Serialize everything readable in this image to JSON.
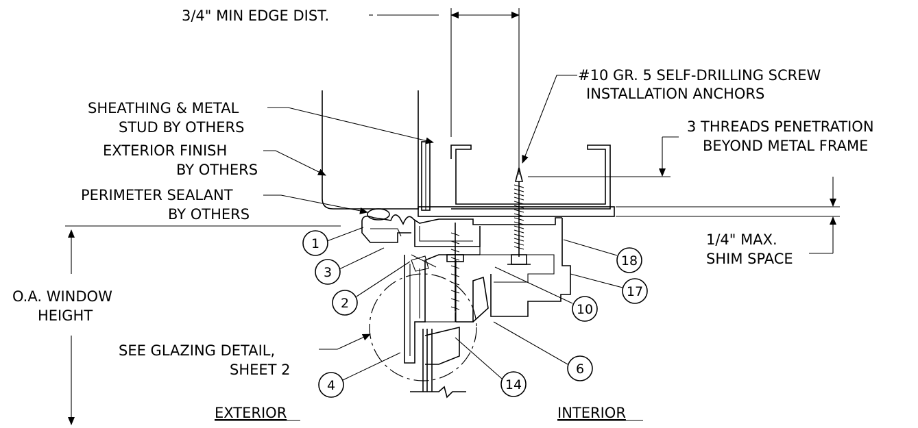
{
  "labels": {
    "edge_dist": "3/4\" MIN EDGE DIST.",
    "screw_1": "#10 GR. 5 SELF-DRILLING SCREW",
    "screw_2": "INSTALLATION ANCHORS",
    "sheathing_1": "SHEATHING & METAL",
    "sheathing_2": "STUD BY OTHERS",
    "threads_1": "3 THREADS PENETRATION",
    "threads_2": "BEYOND METAL FRAME",
    "finish_1": "EXTERIOR FINISH",
    "finish_2": "BY OTHERS",
    "sealant_1": "PERIMETER SEALANT",
    "sealant_2": "BY OTHERS",
    "shim_1": "1/4\" MAX.",
    "shim_2": "SHIM SPACE",
    "window_h_1": "O.A. WINDOW",
    "window_h_2": "HEIGHT",
    "glazing_1": "SEE GLAZING DETAIL,",
    "glazing_2": "SHEET 2",
    "exterior": "EXTERIOR",
    "interior": "INTERIOR"
  },
  "callouts": [
    "1",
    "3",
    "2",
    "4",
    "14",
    "6",
    "10",
    "17",
    "18"
  ]
}
